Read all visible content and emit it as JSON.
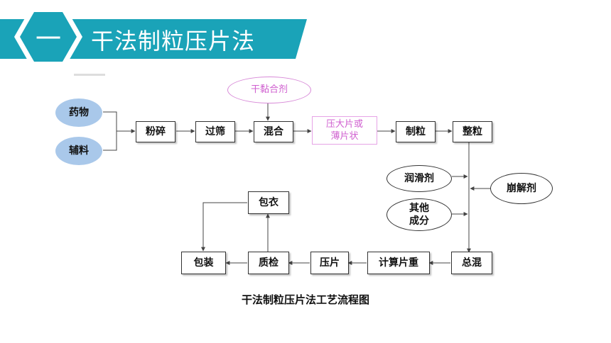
{
  "header": {
    "section_number": "一",
    "title": "干法制粒压片法"
  },
  "colors": {
    "banner": "#1aa3b8",
    "ingredient_fill": "#a9c8ea",
    "binder_outline": "#d88ad8"
  },
  "diagram": {
    "nodes": {
      "drug": "药物",
      "excipient": "辅料",
      "crush": "粉碎",
      "sieve": "过筛",
      "mix": "混合",
      "dry_binder": "干黏合剂",
      "press_large": "压大片或\n薄片状",
      "granulate": "制粒",
      "size_granules": "整粒",
      "lubricant": "润滑剂",
      "disintegrant": "崩解剂",
      "other": "其他\n成分",
      "final_mix": "总混",
      "calc_weight": "计算片重",
      "compress": "压片",
      "inspect": "质检",
      "coat": "包衣",
      "package": "包装"
    },
    "caption": "干法制粒压片法工艺流程图"
  }
}
